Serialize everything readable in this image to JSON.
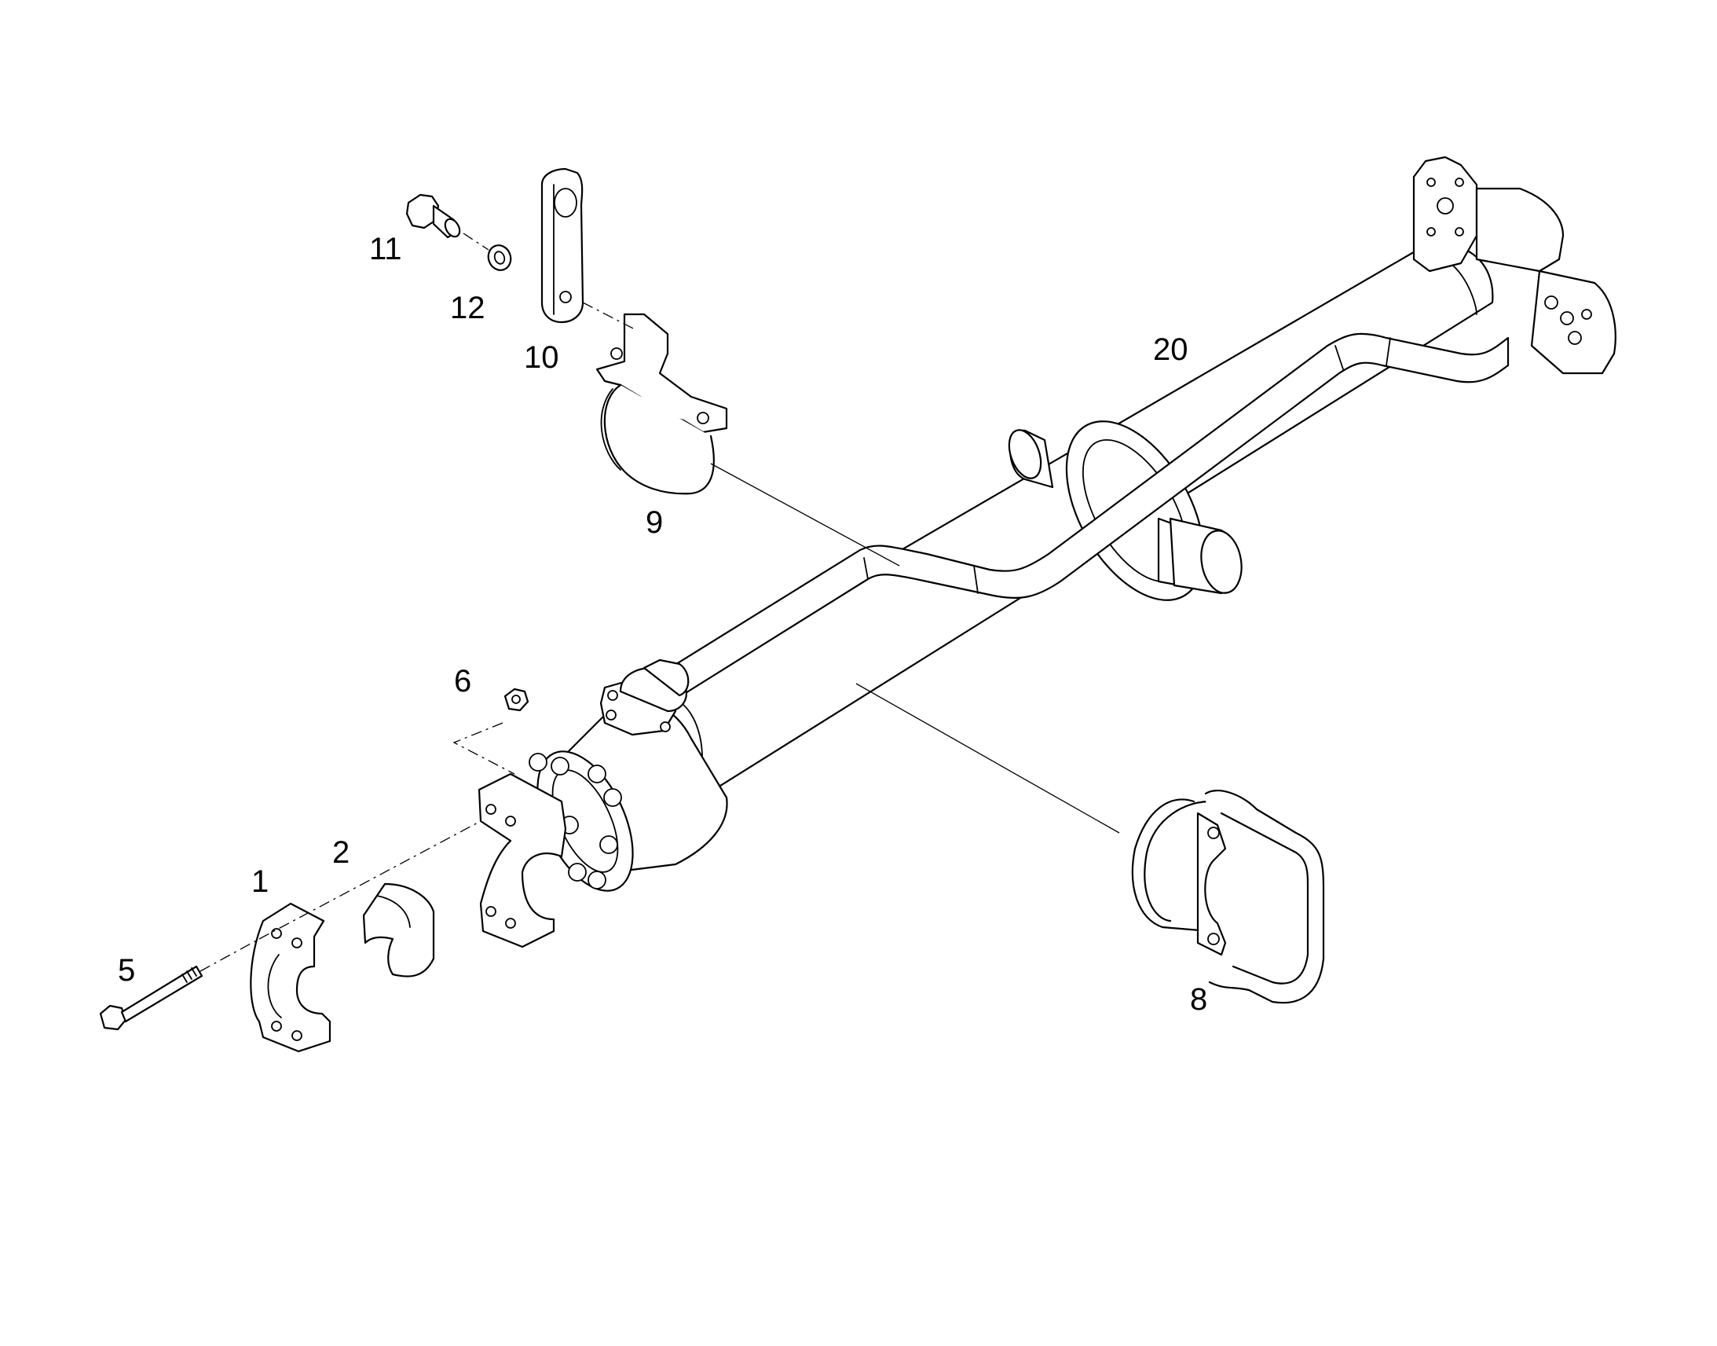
{
  "callouts": [
    {
      "id": "c11",
      "label": "11"
    },
    {
      "id": "c12",
      "label": "12"
    },
    {
      "id": "c10",
      "label": "10"
    },
    {
      "id": "c9",
      "label": "9"
    },
    {
      "id": "c20",
      "label": "20"
    },
    {
      "id": "c6",
      "label": "6"
    },
    {
      "id": "c2",
      "label": "2"
    },
    {
      "id": "c1",
      "label": "1"
    },
    {
      "id": "c5",
      "label": "5"
    },
    {
      "id": "c8",
      "label": "8"
    }
  ],
  "colors": {
    "line": "#000000",
    "background": "#ffffff"
  }
}
